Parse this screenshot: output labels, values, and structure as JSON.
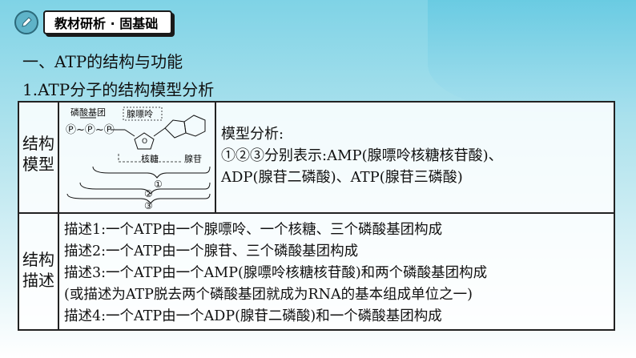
{
  "header": {
    "label": "教材研析 · 固基础",
    "icon": "pencil-icon"
  },
  "section_title": "一、ATP的结构与功能",
  "subsection_title": "1.ATP分子的结构模型分析",
  "table": {
    "row1": {
      "label_line1": "结构",
      "label_line2": "模型",
      "diagram": {
        "phosphate_label": "磷酸基团",
        "adenine_label": "腺嘌呤",
        "ribose_label": "核糖",
        "adenosine_label": "腺苷",
        "phosphate_chain": "Ⓟ~Ⓟ~Ⓟ",
        "bracket1": "①",
        "bracket2": "②",
        "bracket3": "③"
      },
      "analysis_title": "模型分析:",
      "analysis_line1": "①②③分别表示:AMP(腺嘌呤核糖核苷酸)、",
      "analysis_line2": "ADP(腺苷二磷酸)、ATP(腺苷三磷酸)"
    },
    "row2": {
      "label_line1": "结构",
      "label_line2": "描述",
      "lines": [
        "描述1:一个ATP由一个腺嘌呤、一个核糖、三个磷酸基团构成",
        "描述2:一个ATP由一个腺苷、三个磷酸基团构成",
        "描述3:一个ATP由一个AMP(腺嘌呤核糖核苷酸)和两个磷酸基团构成",
        "(或描述为ATP脱去两个磷酸基团就成为RNA的基本组成单位之一)",
        "描述4:一个ATP由一个ADP(腺苷二磷酸)和一个磷酸基团构成"
      ]
    }
  }
}
